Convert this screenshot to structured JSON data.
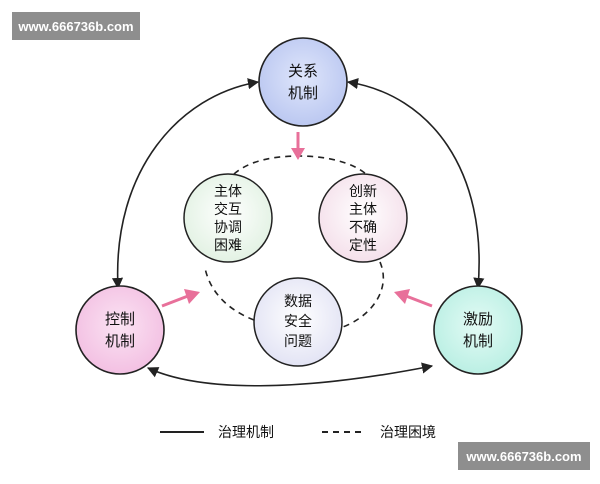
{
  "watermark": {
    "text": "www.666736b.com"
  },
  "nodes": {
    "relation": {
      "lines": [
        "关系",
        "机制"
      ],
      "fill": "#c9d3f4"
    },
    "control": {
      "lines": [
        "控制",
        "机制"
      ],
      "fill": "#f7cdea"
    },
    "incentive": {
      "lines": [
        "激励",
        "机制"
      ],
      "fill": "#c9f3ea"
    },
    "interaction": {
      "lines": [
        "主体",
        "交互",
        "协调",
        "困难"
      ]
    },
    "innovation": {
      "lines": [
        "创新",
        "主体",
        "不确",
        "定性"
      ]
    },
    "data": {
      "lines": [
        "数据",
        "安全",
        "问题"
      ]
    }
  },
  "legend": {
    "solid_label": "治理机制",
    "dashed_label": "治理困境"
  },
  "colors": {
    "arrow_pink": "#e8709a",
    "stroke": "#222222"
  }
}
